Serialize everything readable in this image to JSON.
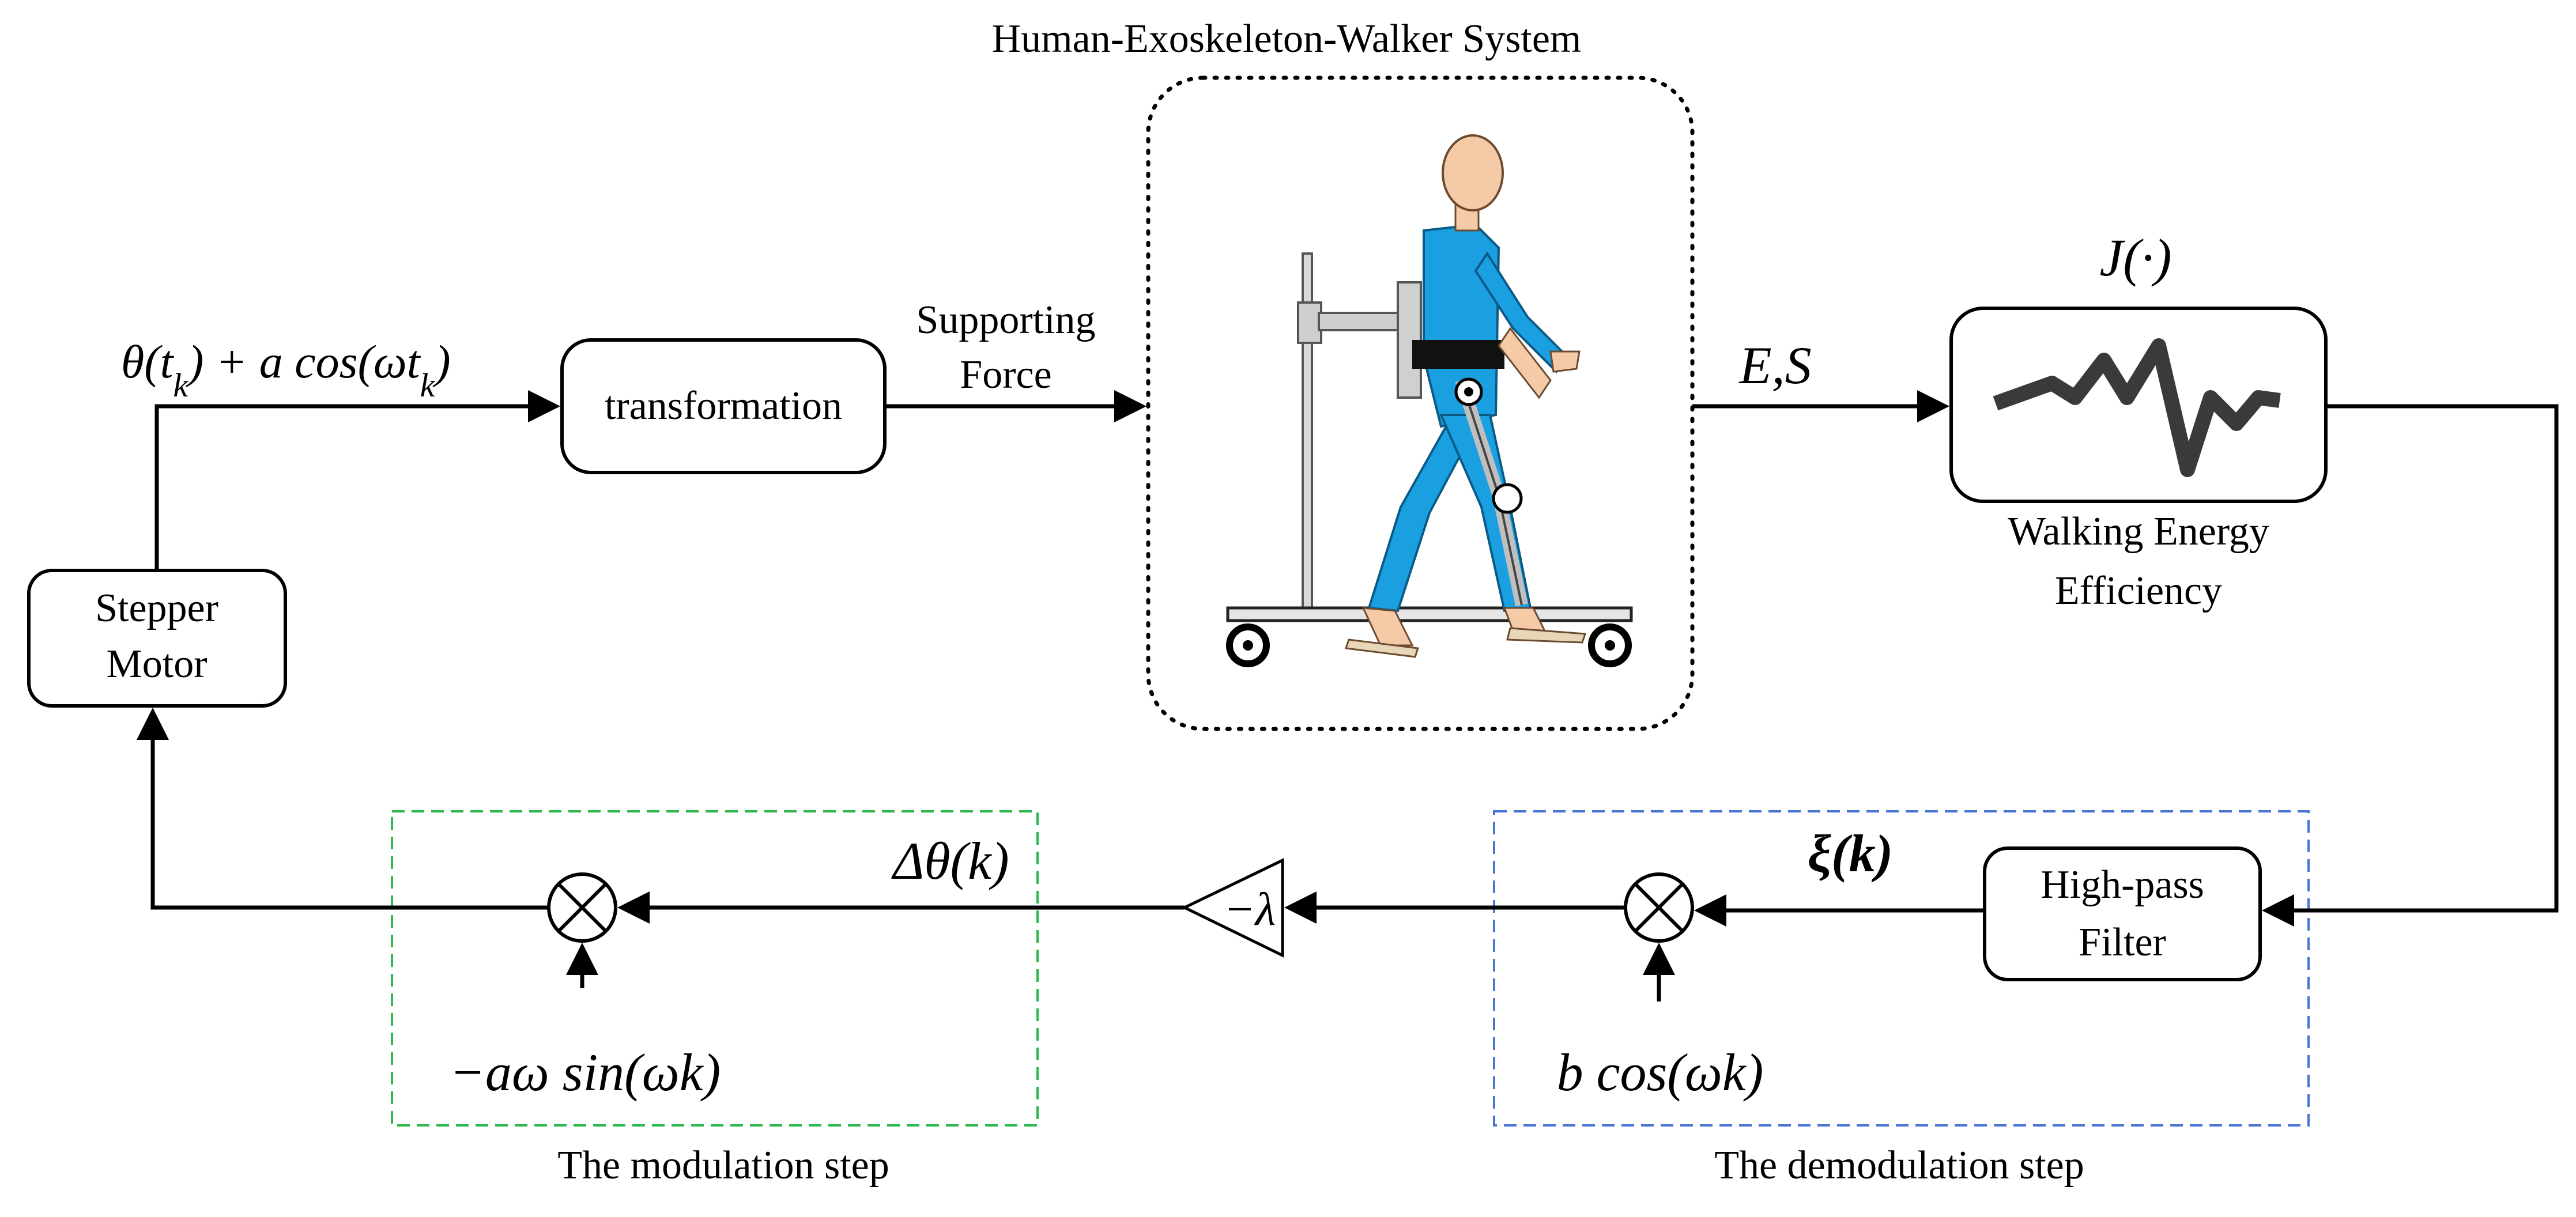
{
  "system": {
    "title": "Human-Exoskeleton-Walker System"
  },
  "blocks": {
    "stepper_motor": [
      "Stepper",
      "Motor"
    ],
    "transformation": "transformation",
    "cost_label": "J(·)",
    "walking_energy_efficiency": [
      "Walking Energy",
      "Efficiency"
    ],
    "high_pass_filter": [
      "High-pass",
      "Filter"
    ],
    "gain": "−λ"
  },
  "signals": {
    "input": "θ(t",
    "input_sub": "k",
    "input_rest": ") + a cos(ωt",
    "input_sub2": "k",
    "input_close": ")",
    "supporting_force": [
      "Supporting",
      "Force"
    ],
    "measurements": "E,S",
    "xi": "ξ(k)",
    "delta_theta": "Δθ(k)",
    "demod_signal": "b cos(ωk)",
    "mod_signal": "−aω sin(ωk)"
  },
  "groups": {
    "modulation": "The modulation step",
    "demodulation": "The demodulation step"
  },
  "colors": {
    "modulation_border": "#2db84d",
    "demodulation_border": "#4a74d4",
    "suit": "#1a9fe0",
    "skin": "#f5cba7"
  }
}
